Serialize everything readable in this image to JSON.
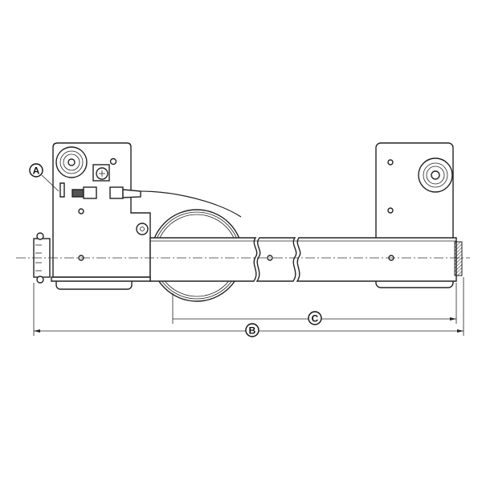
{
  "callouts": {
    "a": "A",
    "b": "B",
    "c": "C"
  },
  "colors": {
    "line": "#222222",
    "background": "#ffffff"
  }
}
